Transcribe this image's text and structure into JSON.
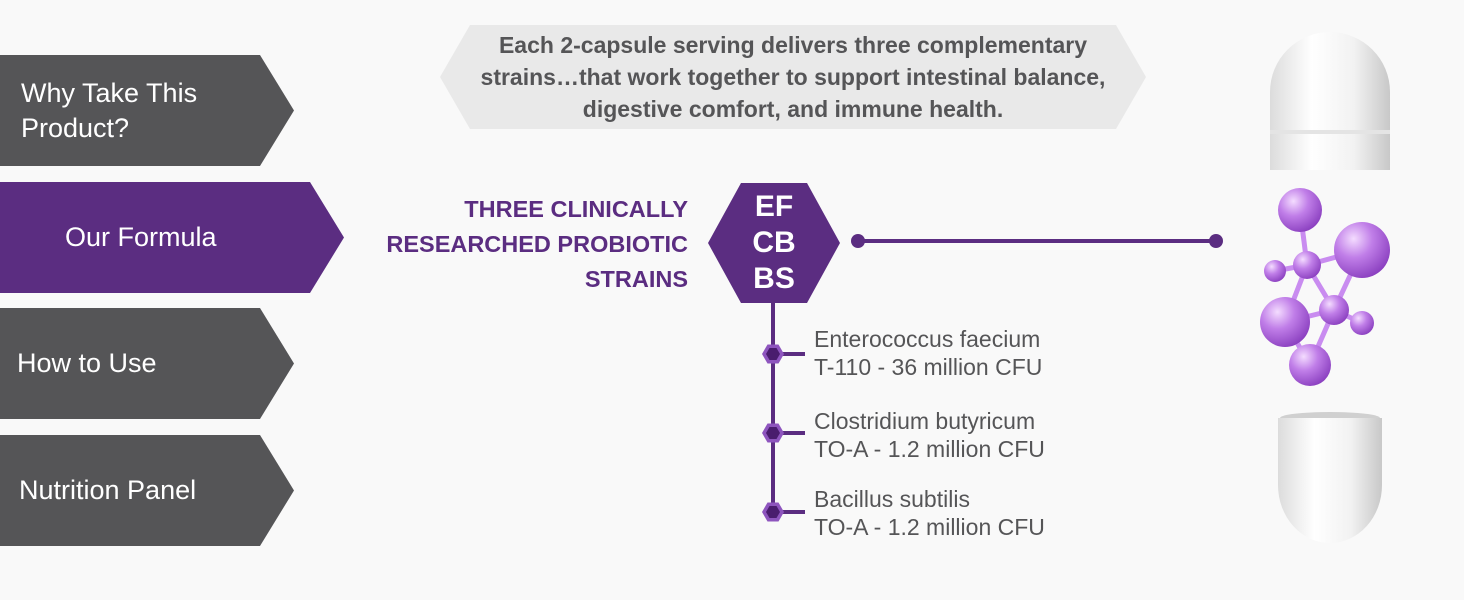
{
  "nav": {
    "items": [
      {
        "label": "Why Take This Product?",
        "active": false
      },
      {
        "label": "Our Formula",
        "active": true
      },
      {
        "label": "How to Use",
        "active": false
      },
      {
        "label": "Nutrition Panel",
        "active": false
      }
    ]
  },
  "intro": {
    "text": "Each 2-capsule serving delivers three complementary strains…that work together to support intestinal balance, digestive comfort, and immune health."
  },
  "formula": {
    "headline": "THREE CLINICALLY RESEARCHED PROBIOTIC STRAINS",
    "codes": [
      "EF",
      "CB",
      "BS"
    ],
    "strains": [
      {
        "name": "Enterococcus faecium",
        "detail": "T-110 - 36 million CFU"
      },
      {
        "name": "Clostridium butyricum",
        "detail": "TO-A - 1.2 million CFU"
      },
      {
        "name": "Bacillus subtilis",
        "detail": "TO-A - 1.2 million CFU"
      }
    ]
  },
  "colors": {
    "accent": "#5b2d81",
    "nav_gray": "#555557",
    "banner": "#e9e9e9",
    "molecule": "#b06ee0",
    "background": "#f9f9f9"
  },
  "icons": {
    "capsule": "open-capsule-icon",
    "molecule": "molecule-icon",
    "timeline_node": "hexagon-node-icon"
  }
}
